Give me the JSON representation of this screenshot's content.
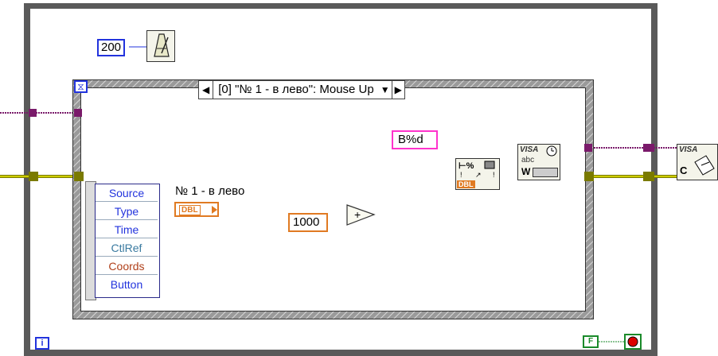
{
  "wait_constant": "200",
  "event_case_selector": {
    "left_arrow": "◀",
    "label": "[0] \"№ 1 - в лево\": Mouse Up",
    "dropdown_arrow": "▼",
    "right_arrow": "▶"
  },
  "event_data_node": {
    "fields": [
      "Source",
      "Type",
      "Time",
      "CtlRef",
      "Coords",
      "Button"
    ]
  },
  "control_label": "№ 1 - в лево",
  "control_terminal_type": "DBL",
  "numeric_constant": "1000",
  "format_string_constant": "B%d",
  "format_node_label": "DBL",
  "visa_write_label": "VISA",
  "visa_write_glyph": "abc",
  "visa_write_mode": "W",
  "visa_close_label": "VISA",
  "visa_close_glyph": "C",
  "stop_constant": "F",
  "iteration_terminal": "i",
  "timeout_terminal_glyph": "⧖",
  "colors": {
    "refnum_wire": "#7a1a6a",
    "error_wire": "#7a7a00",
    "double_wire": "#e07a22",
    "string_wire": "#ff33cc",
    "int_constant_border": "#2233dd",
    "boolean_constant": "#1a8a2a",
    "stop_button": "#dd0000",
    "loop_frame": "#5a5a5a",
    "event_frame": "#9a9a9a"
  }
}
